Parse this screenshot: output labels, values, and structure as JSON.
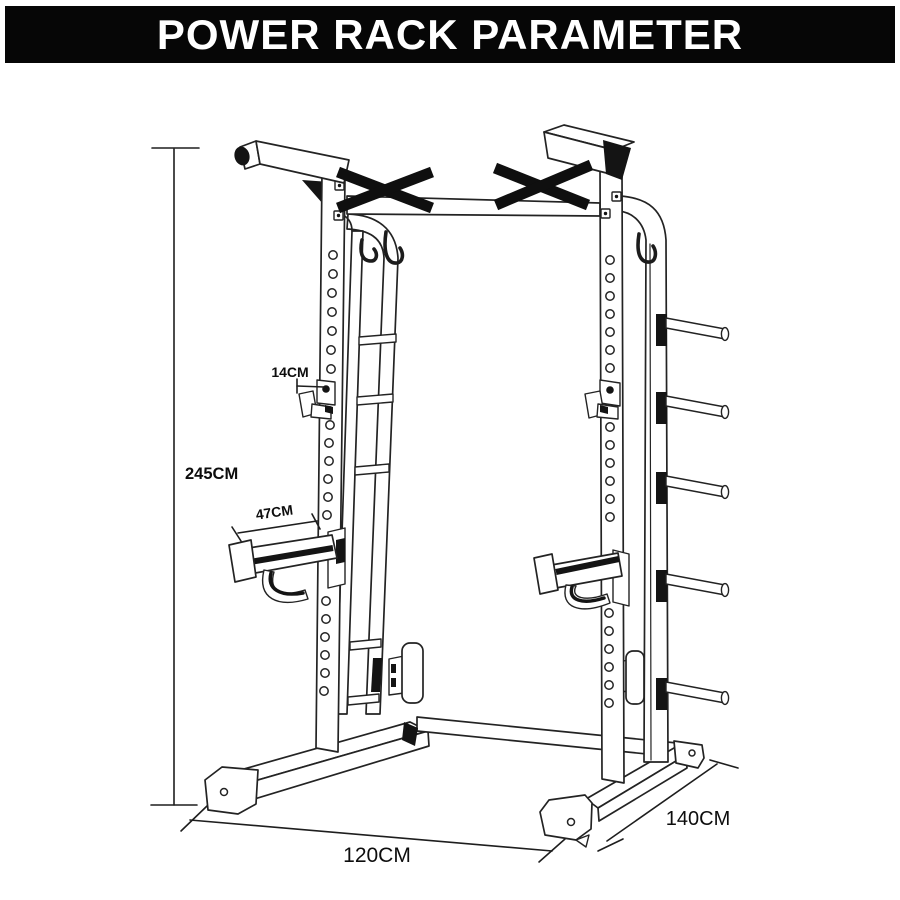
{
  "header": {
    "title": "POWER RACK PARAMETER"
  },
  "diagram": {
    "subject": "power rack technical line drawing with dimension callouts",
    "dimensions": {
      "total_height": "245CM",
      "jhook_depth": "14CM",
      "spotter_arm_length": "47CM",
      "base_width": "120CM",
      "base_depth": "140CM"
    },
    "colors": {
      "header_bg": "#060606",
      "header_text": "#ffffff",
      "line": "#232323",
      "background": "#ffffff"
    }
  }
}
